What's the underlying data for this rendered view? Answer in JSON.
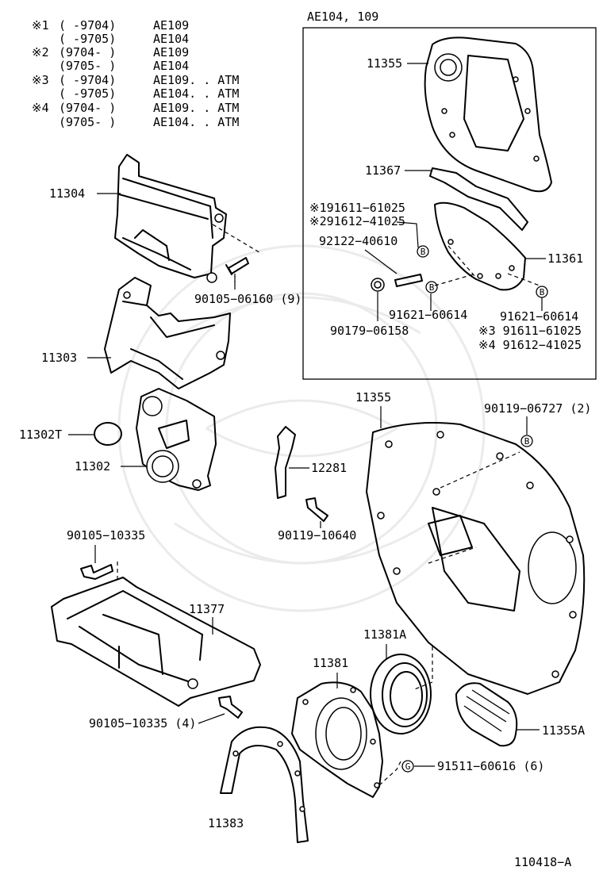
{
  "notes": [
    {
      "mark": "※1",
      "range": "(      -9704)",
      "model": "AE109"
    },
    {
      "mark": "",
      "range": "(      -9705)",
      "model": "AE104"
    },
    {
      "mark": "※2",
      "range": "(9704-      )",
      "model": "AE109"
    },
    {
      "mark": "",
      "range": "(9705-      )",
      "model": "AE104"
    },
    {
      "mark": "※3",
      "range": "(      -9704)",
      "model": "AE109. . ATM"
    },
    {
      "mark": "",
      "range": "(      -9705)",
      "model": "AE104. . ATM"
    },
    {
      "mark": "※4",
      "range": "(9704-      )",
      "model": "AE109. . ATM"
    },
    {
      "mark": "",
      "range": "(9705-      )",
      "model": "AE104. . ATM"
    }
  ],
  "inset_title": "AE104, 109",
  "labels": {
    "p11355_inset": "11355",
    "p11367": "11367",
    "p191611": "※191611−61025",
    "p291612": "※291612−41025",
    "p92122": "92122−40610",
    "p11361": "11361",
    "p91621a": "91621−60614",
    "p91621b": "91621−60614",
    "p90179": "90179−06158",
    "p91611_3": "※3 91611−61025",
    "p91612_4": "※4 91612−41025",
    "p11304": "11304",
    "p90105_06160": "90105−06160 (9)",
    "p11303": "11303",
    "p11302T": "11302T",
    "p11302": "11302",
    "p12281": "12281",
    "p90119_10640": "90119−10640",
    "p11355": "11355",
    "p90119_06727": "90119−06727 (2)",
    "p90105_10335a": "90105−10335",
    "p11377": "11377",
    "p11381A": "11381A",
    "p11381": "11381",
    "p90105_10335b": "90105−10335 (4)",
    "p11355A": "11355A",
    "p91511": "91511−60616 (6)",
    "p11383": "11383",
    "ref": "110418−A"
  },
  "badges": {
    "b": "B",
    "g": "G"
  },
  "colors": {
    "ink": "#000000",
    "paper": "#ffffff",
    "watermark": "#ebebeb"
  }
}
